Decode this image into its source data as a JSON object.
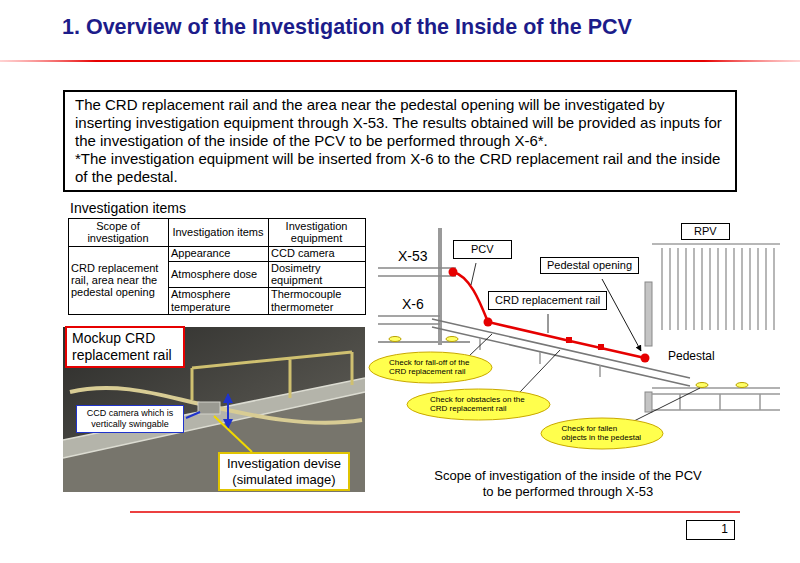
{
  "diagram": {
    "title": "1. Overview of the Investigation of the Inside of the PCV",
    "caption": "Scope of investigation of the inside of the PCV to be performed through X-53",
    "nodes": [
      {
        "text": [
          "The CRD replacement rail and the area near the pedestal opening will be investigated by inserting investigation equipment through X-53. The results obtained will be provided as inputs for the investigation of the inside of the PCV to be performed through X-6*.",
          "*The investigation equipment will be inserted from X-6 to the CRD replacement rail and the inside of the pedestal."
        ]
      },
      {
        "text": [
          "Mockup CRD replacement rail"
        ]
      },
      {
        "text": [
          "CCD camera which is vertically swingable"
        ]
      },
      {
        "text": [
          "Investigation devise (simulated image)"
        ]
      },
      {
        "text": [
          "RPV"
        ]
      },
      {
        "text": [
          "PCV"
        ]
      },
      {
        "text": [
          "Pedestal opening"
        ]
      },
      {
        "text": [
          "CRD replacement rail"
        ]
      },
      {
        "text": [
          "Check for fall-off of the CRD replacement rail"
        ]
      },
      {
        "text": [
          "Check for obstacles on the CRD replacement rail"
        ]
      },
      {
        "text": [
          "Check for fallen objects in the pedestal"
        ]
      },
      {
        "text": [
          "1"
        ]
      }
    ],
    "labels": [
      "Investigation items",
      "Scope of investigation",
      "Investigation items",
      "Investigation equipment",
      "CRD replacement rail, area near the pedestal opening",
      "Appearance",
      "CCD camera",
      "Atmosphere dose",
      "Dosimetry equipment",
      "Atmosphere temperature",
      "Thermocouple thermometer",
      "X-53",
      "X-6",
      "Pedestal"
    ]
  }
}
